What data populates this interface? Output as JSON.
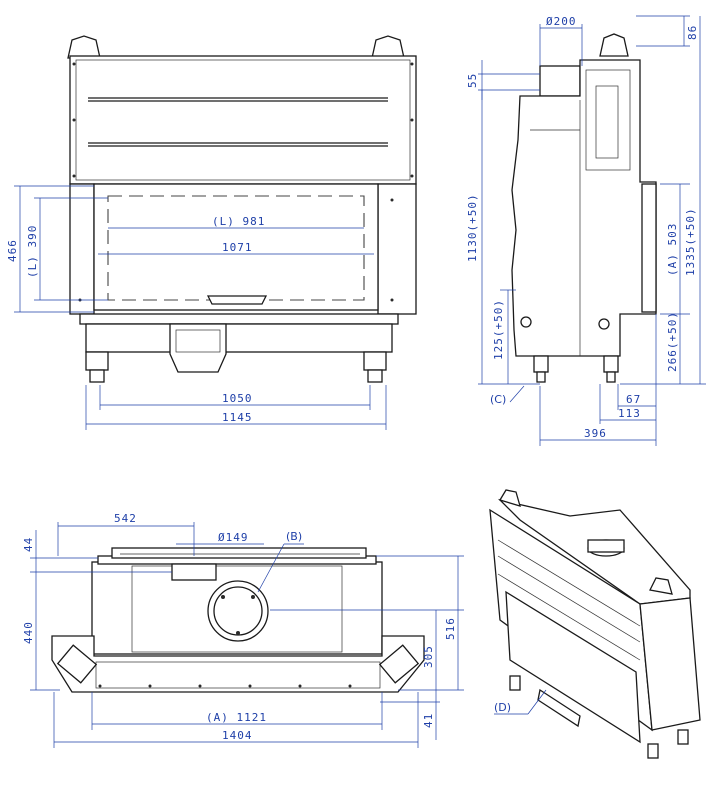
{
  "front_view": {
    "dims": {
      "width_inner": "1050",
      "width_outer": "1145",
      "opening_height": "466",
      "opening_height_L": "(L) 390",
      "opening_width_L": "(L) 981",
      "opening_width": "1071"
    }
  },
  "side_view": {
    "dims": {
      "flue_diameter": "Ø200",
      "top_offset": "55",
      "top_right": "86",
      "height_total": "1130(+50)",
      "height_right": "1335(+50)",
      "opening_A": "(A) 503",
      "leg_height_left": "125(+50)",
      "leg_height_right": "266(+50)",
      "depth_67": "67",
      "depth_113": "113",
      "depth_396": "396"
    },
    "callout": "(C)"
  },
  "top_view": {
    "dims": {
      "offset_542": "542",
      "inlet_diameter": "Ø149",
      "depth_44": "44",
      "depth_440": "440",
      "depth_516": "516",
      "depth_305": "305",
      "depth_41": "41",
      "width_A": "(A) 1121",
      "width_total": "1404"
    },
    "callout": "(B)"
  },
  "iso_view": {
    "callout": "(D)"
  },
  "colors": {
    "dimension": "#1e3fa8",
    "outline": "#1a1a1a"
  }
}
